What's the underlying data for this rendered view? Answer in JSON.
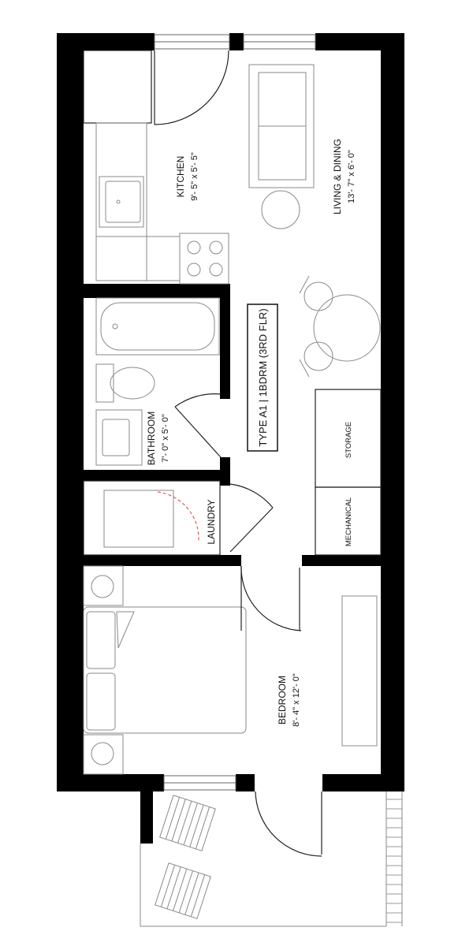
{
  "plan": {
    "unit_title": "TYPE A1 | 1BDRM (3RD FLR)",
    "rooms": {
      "kitchen": {
        "name": "KITCHEN",
        "dims": "9'- 5\" x 5'- 5\""
      },
      "living": {
        "name": "LIVING & DINING",
        "dims": "13'- 7\" x 6'- 0\""
      },
      "bathroom": {
        "name": "BATHROOM",
        "dims": "7'- 0\" x 5'- 0\""
      },
      "laundry": {
        "name": "LAUNDRY"
      },
      "storage": {
        "name": "STORAGE"
      },
      "mechanical": {
        "name": "MECHANICAL"
      },
      "bedroom": {
        "name": "BEDROOM",
        "dims": "8'- 4\" x 12'- 0\""
      }
    },
    "colors": {
      "wall": "#000000",
      "fixture": "#8a8a8a",
      "laundry_swing": "#e23b3b"
    }
  }
}
